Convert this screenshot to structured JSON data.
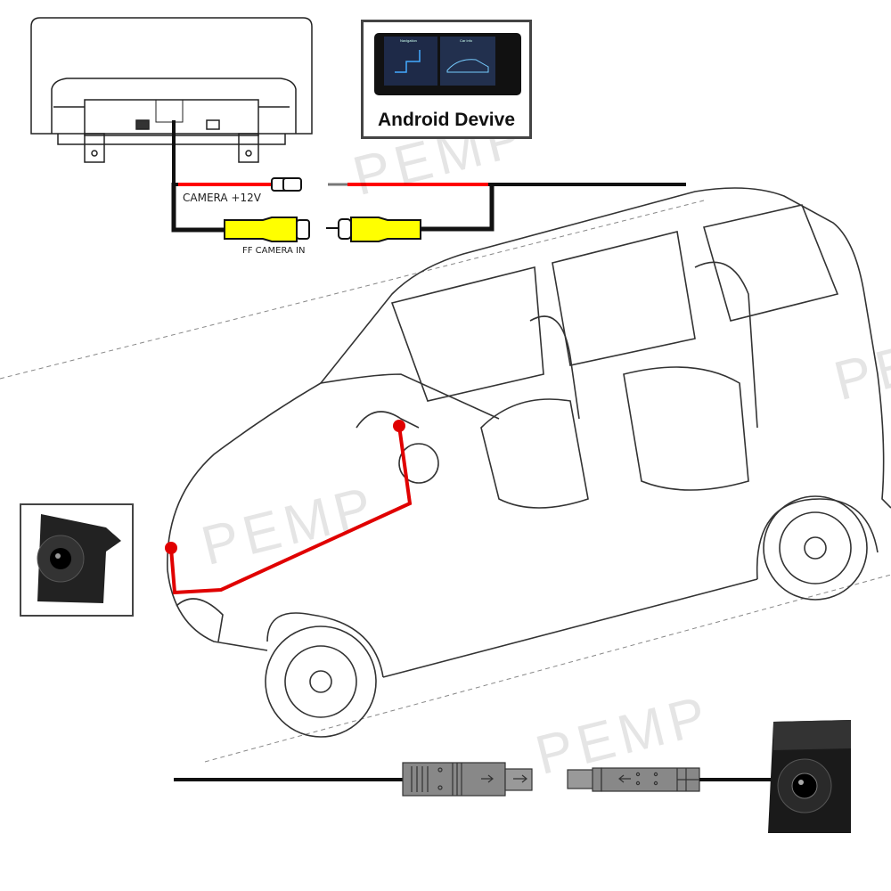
{
  "device": {
    "title": "Android Devive",
    "screen_left_title": "Navigation",
    "screen_right_title": "Car info"
  },
  "wiring": {
    "power_label": "CAMERA +12V",
    "video_label": "FF CAMERA IN"
  },
  "watermark": "PEMP",
  "colors": {
    "power_wire": "#ff0000",
    "rca_plug": "#ffff00",
    "cable": "#111111",
    "route": "#e00000"
  }
}
